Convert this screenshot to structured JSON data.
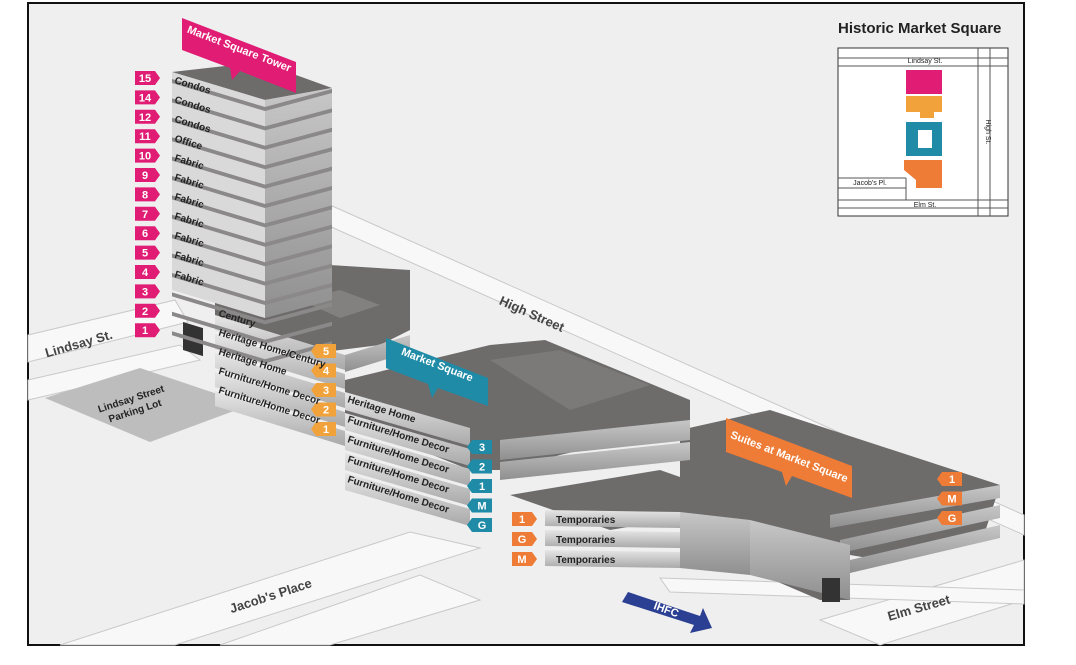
{
  "map": {
    "title": "Historic Market Square",
    "streets": {
      "lindsay": "Lindsay St.",
      "high": "High Street",
      "jacobs": "Jacob's Place",
      "elm": "Elm Street"
    },
    "parking": {
      "line1": "Lindsay Street",
      "line2": "Parking Lot"
    },
    "direction_arrow": "IHFC",
    "buildings": {
      "tower": {
        "name": "Market Square Tower",
        "color": "#e01c74",
        "floors": [
          {
            "num": "15",
            "label": "Condos"
          },
          {
            "num": "14",
            "label": "Condos"
          },
          {
            "num": "12",
            "label": "Condos"
          },
          {
            "num": "11",
            "label": "Office"
          },
          {
            "num": "10",
            "label": "Fabric"
          },
          {
            "num": "9",
            "label": "Fabric"
          },
          {
            "num": "8",
            "label": "Fabric"
          },
          {
            "num": "7",
            "label": "Fabric"
          },
          {
            "num": "6",
            "label": "Fabric"
          },
          {
            "num": "5",
            "label": "Fabric"
          },
          {
            "num": "4",
            "label": "Fabric"
          },
          {
            "num": "3",
            "label": ""
          },
          {
            "num": "2",
            "label": ""
          },
          {
            "num": "1",
            "label": ""
          }
        ]
      },
      "century": {
        "color": "#f2a23a",
        "floors": [
          {
            "num": "5",
            "label": "Century"
          },
          {
            "num": "4",
            "label": "Heritage Home/Century"
          },
          {
            "num": "3",
            "label": "Heritage Home"
          },
          {
            "num": "2",
            "label": "Furniture/Home Decor"
          },
          {
            "num": "1",
            "label": "Furniture/Home Decor"
          }
        ]
      },
      "market_square": {
        "name": "Market Square",
        "color": "#1f8ba6",
        "floors": [
          {
            "num": "3",
            "label": "Heritage Home"
          },
          {
            "num": "2",
            "label": "Furniture/Home Decor"
          },
          {
            "num": "1",
            "label": "Furniture/Home Decor"
          },
          {
            "num": "M",
            "label": "Furniture/Home Decor"
          },
          {
            "num": "G",
            "label": "Furniture/Home Decor"
          }
        ]
      },
      "temporaries": {
        "color": "#ee7c36",
        "floors": [
          {
            "num": "1",
            "label": "Temporaries"
          },
          {
            "num": "G",
            "label": "Temporaries"
          },
          {
            "num": "M",
            "label": "Temporaries"
          }
        ]
      },
      "suites": {
        "name": "Suites at Market Square",
        "color": "#ee7c36",
        "floors": [
          {
            "num": "1"
          },
          {
            "num": "M"
          },
          {
            "num": "G"
          }
        ]
      }
    },
    "inset": {
      "top_street": "Lindsay St.",
      "right_street": "High St.",
      "left_street": "Jacob's Pl.",
      "bottom_street": "Elm St."
    }
  }
}
